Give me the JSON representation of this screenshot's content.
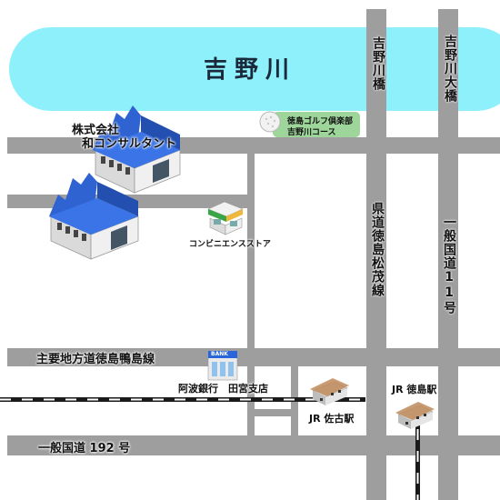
{
  "map": {
    "river_name": "吉野川",
    "labels": {
      "yoshinogawa_bridge": "吉野川橋",
      "yoshinogawa_ohashi": "吉野川大橋",
      "company_line1": "株式会社",
      "company_line2": "和コンサルタント",
      "golf_line1": "徳島ゴルフ倶楽部",
      "golf_line2": "吉野川コース",
      "convenience_store": "コンビニエンスストア",
      "prefectural_road": "県道徳島松茂線",
      "national_route_11": "一般国道11号",
      "main_road": "主要地方道徳島鴨島線",
      "bank_branch": "阿波銀行　田宮支店",
      "bank_sign": "BANK",
      "jr_sako": "JR 佐古駅",
      "jr_tokushima": "JR 徳島駅",
      "national_route_192": "一般国道 192 号"
    },
    "colors": {
      "river": "#8ef0fb",
      "road": "#9e9e9e",
      "roof": "#2e63d1",
      "building_wall": "#e9e9e9",
      "golf_badge": "#9ed59a",
      "rail": "#1a1a1a"
    }
  }
}
